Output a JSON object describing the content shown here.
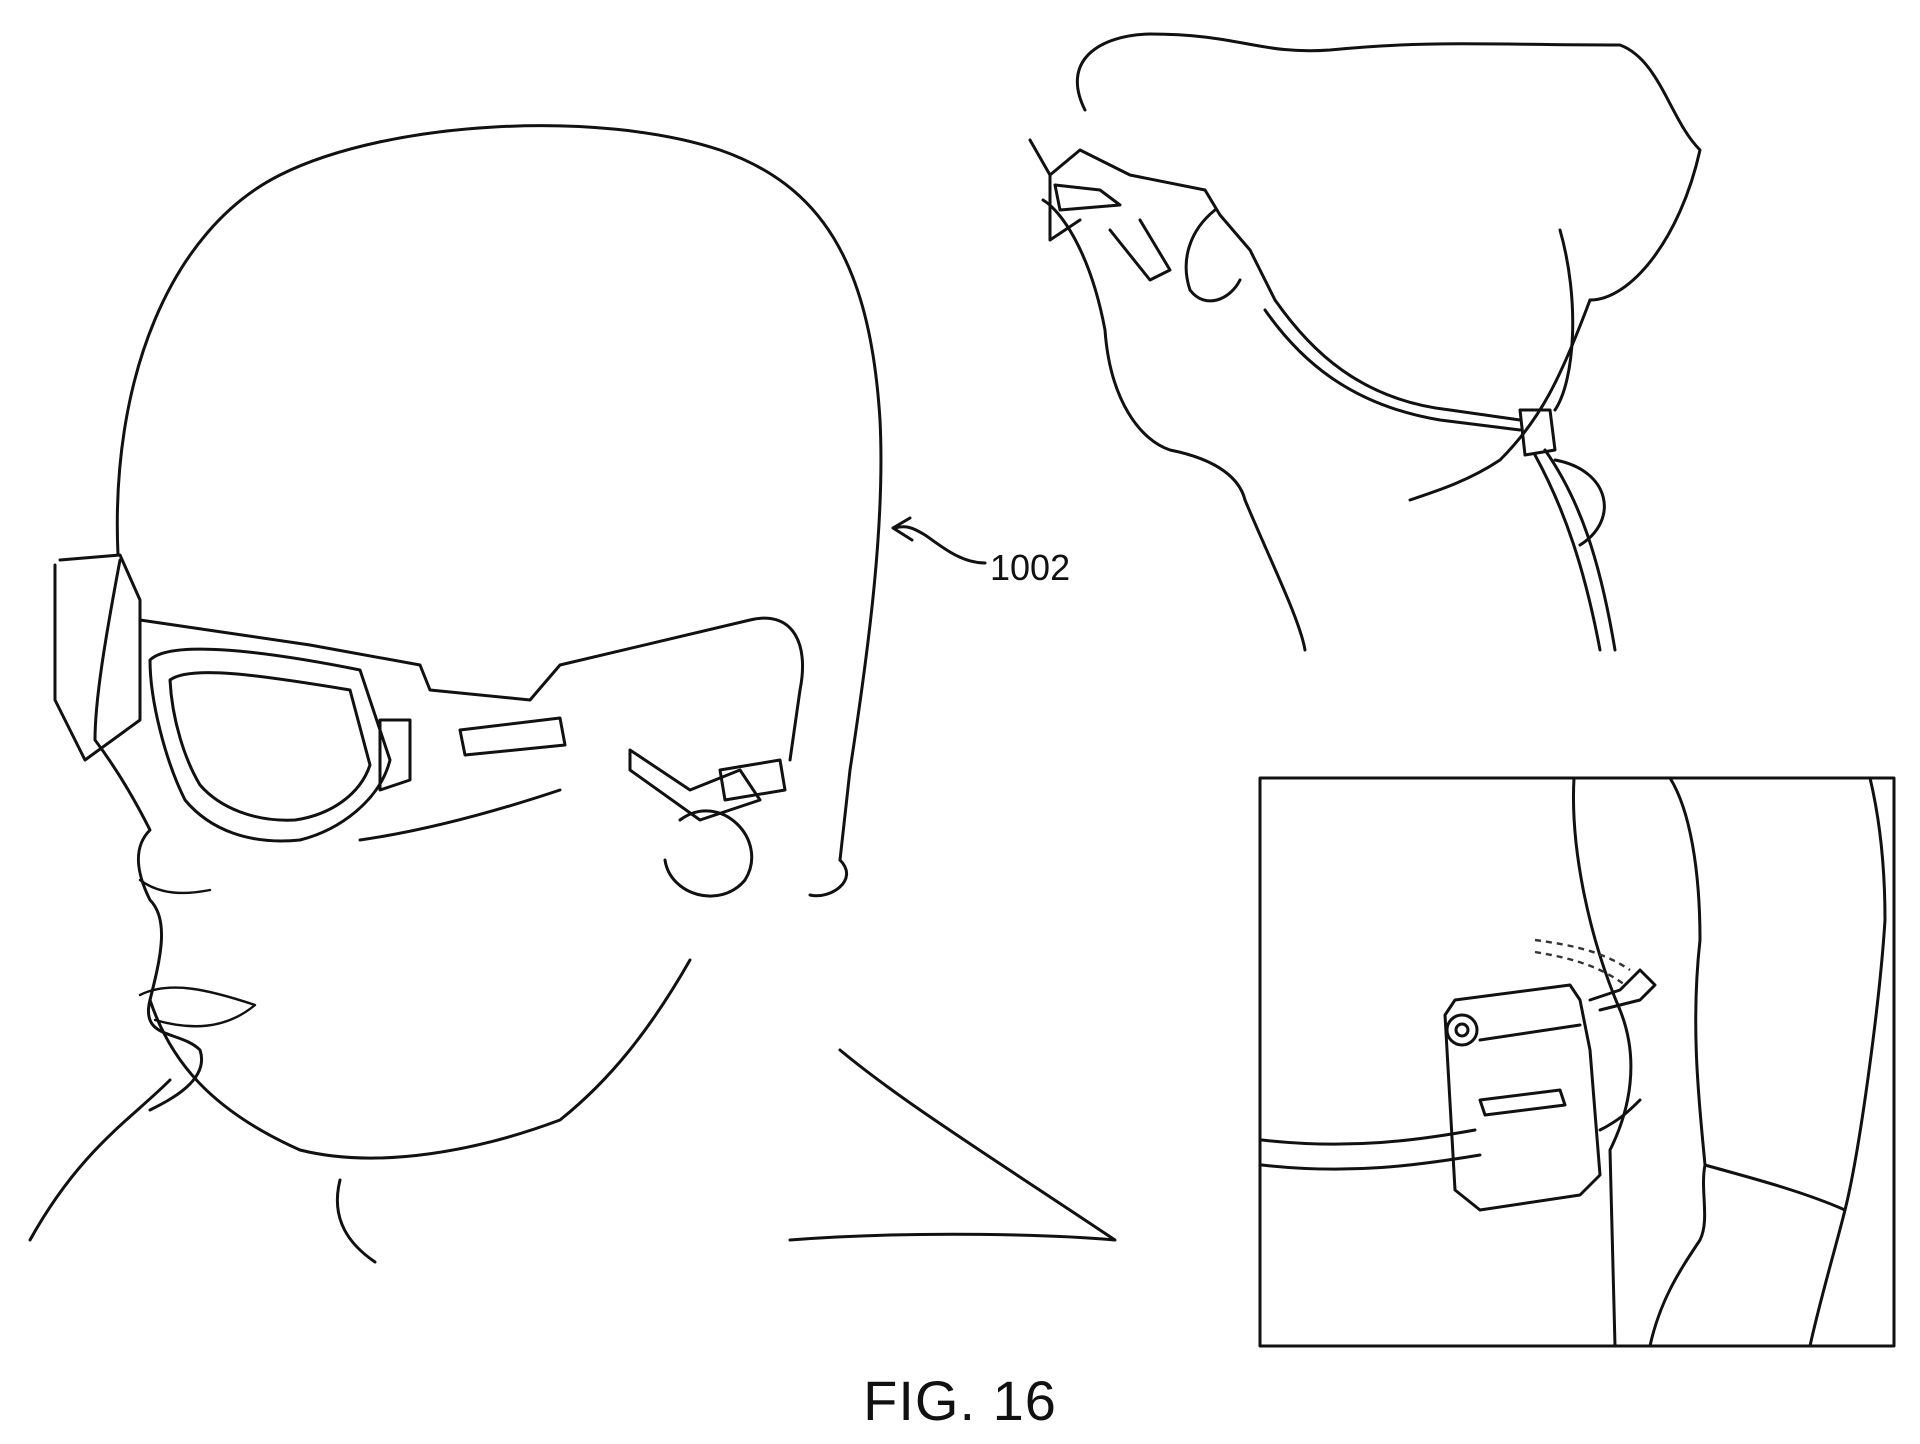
{
  "figure": {
    "caption": "FIG. 16",
    "reference_numeral": "1002",
    "panels": [
      {
        "id": "main",
        "description": "Head wearing wrap-around glasses with bone-conduction earpiece"
      },
      {
        "id": "rear-view",
        "description": "Rear three-quarter view of head with glasses and cord running to neck"
      },
      {
        "id": "inset",
        "description": "Boxed view of belt-clip module on waist with cord"
      }
    ]
  },
  "colors": {
    "line": "#111111",
    "background": "#ffffff"
  }
}
